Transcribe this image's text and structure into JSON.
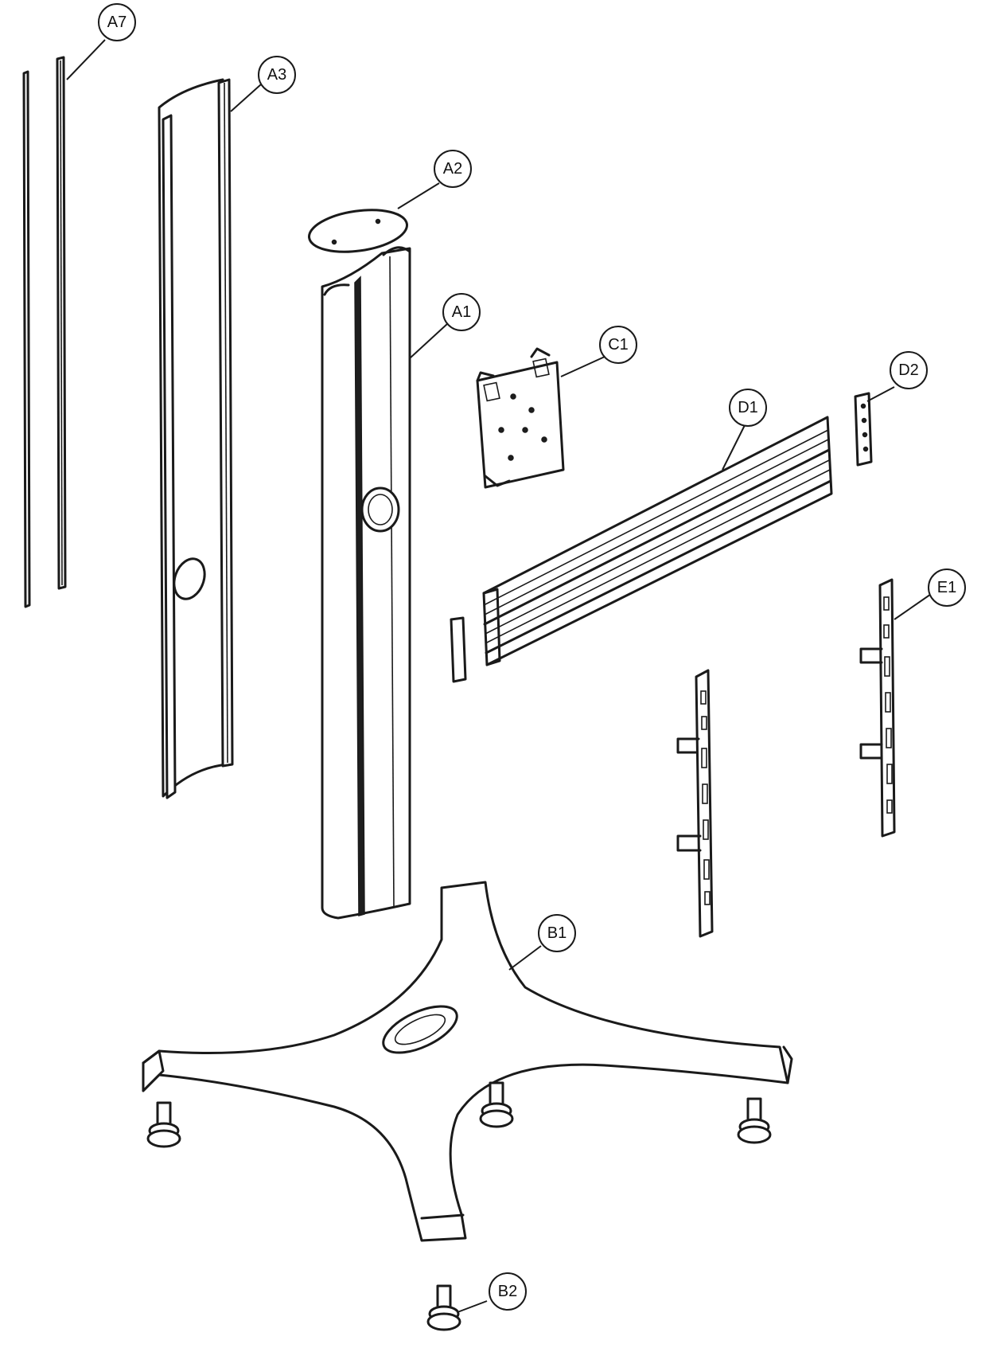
{
  "callouts": {
    "a7": "A7",
    "a3": "A3",
    "a2": "A2",
    "a1": "A1",
    "c1": "C1",
    "d2": "D2",
    "d1": "D1",
    "e1": "E1",
    "b1": "B1",
    "b2": "B2"
  },
  "colors": {
    "line": "#1a1a1a",
    "background": "#ffffff"
  }
}
